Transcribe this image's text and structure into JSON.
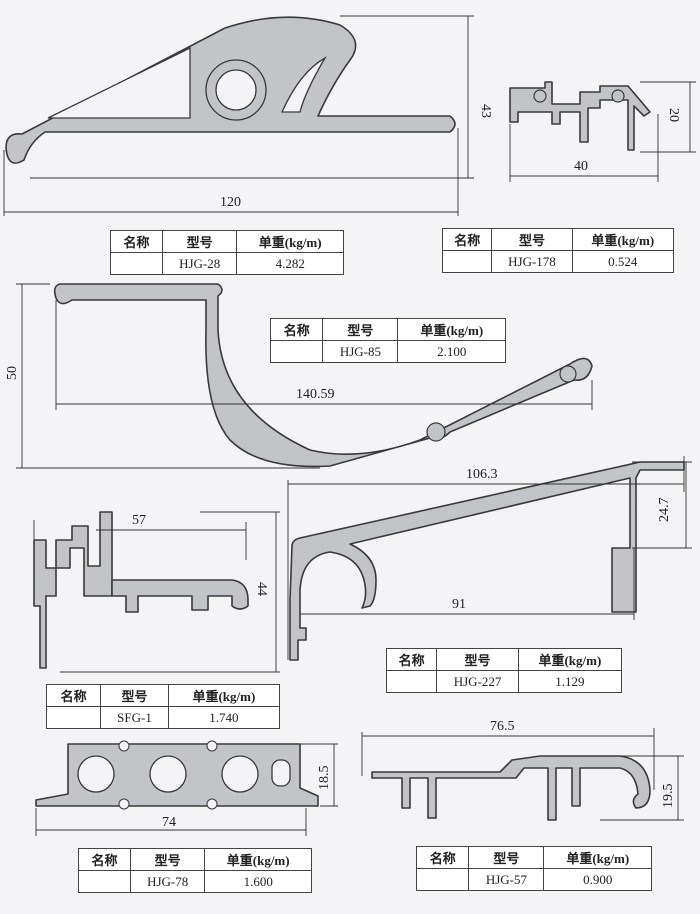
{
  "headers": {
    "name": "名称",
    "model": "型号",
    "weight": "单重(kg/m)"
  },
  "profiles": [
    {
      "model": "HJG-28",
      "weight": "4.282",
      "dims": [
        "43",
        "120"
      ]
    },
    {
      "model": "HJG-178",
      "weight": "0.524",
      "dims": [
        "20",
        "40"
      ]
    },
    {
      "model": "HJG-85",
      "weight": "2.100",
      "dims": [
        "50",
        "140.59"
      ]
    },
    {
      "model": "SFG-1",
      "weight": "1.740",
      "dims": [
        "57",
        "44"
      ]
    },
    {
      "model": "HJG-227",
      "weight": "1.129",
      "dims": [
        "106.3",
        "24.7",
        "91"
      ]
    },
    {
      "model": "HJG-78",
      "weight": "1.600",
      "dims": [
        "18.5",
        "74"
      ]
    },
    {
      "model": "HJG-57",
      "weight": "0.900",
      "dims": [
        "76.5",
        "19.5"
      ]
    }
  ],
  "colors": {
    "profile_fill": "#c3c4c8",
    "outline": "#3a3a3a",
    "background": "#f4f4f6"
  }
}
